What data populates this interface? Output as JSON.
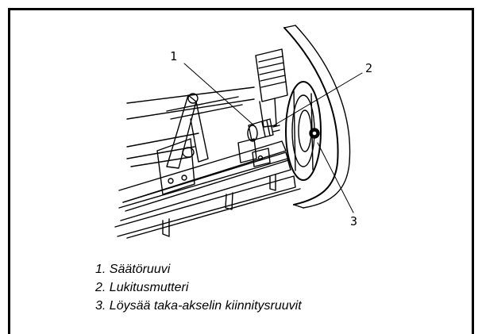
{
  "callouts": [
    {
      "number": "1"
    },
    {
      "number": "2"
    },
    {
      "number": "3"
    }
  ],
  "legend": [
    "1. Säätöruuvi",
    "2. Lukitusmutteri",
    "3. Löysää taka-akselin kiinnitysruuvit"
  ],
  "colors": {
    "ink": "#000000",
    "paper": "#ffffff"
  }
}
